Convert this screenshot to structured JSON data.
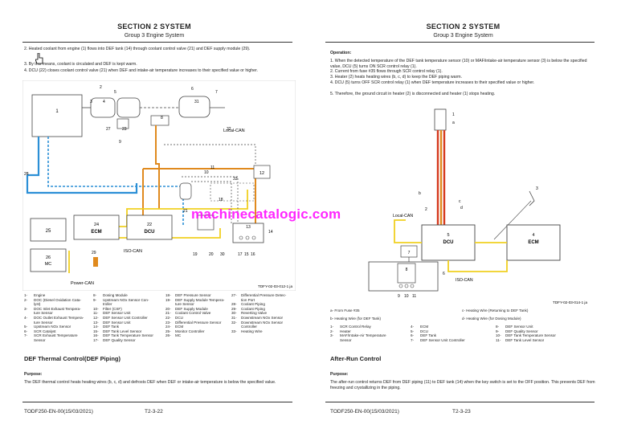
{
  "left": {
    "section": "SECTION 2 SYSTEM",
    "group": "Group 3 Engine System",
    "items": [
      "2.  Heated coolant from engine (1) flows into DEF tank (14) through coolant control valve (21) and DEF supply module (29).",
      "3.  By this means, coolant is circulated and DEF is kept warm.",
      "4.  DCU (22) closes coolant control valve (21) when DEF and intake-air temperature increases to their specified value or higher."
    ],
    "diagram": {
      "figure_id": "TDFY-02-03-012-1 ja",
      "local_can": "Local-CAN",
      "iso_can": "ISO-CAN",
      "power_can": "Power-CAN",
      "ecm_label": "ECM",
      "dcu_label": "DCU",
      "mc_label": "MC",
      "n24": "24",
      "n22": "22",
      "n25": "25",
      "n26": "26",
      "n1": "1",
      "callouts": [
        "2",
        "3",
        "4",
        "5",
        "6",
        "7",
        "8",
        "9",
        "10",
        "11",
        "12",
        "13",
        "14",
        "15",
        "16",
        "17",
        "18",
        "19",
        "20",
        "21",
        "23",
        "27",
        "28",
        "29",
        "30",
        "31",
        "32",
        "33"
      ]
    },
    "legend_col1": [
      [
        "1-",
        "Engine"
      ],
      [
        "2-",
        "DOC (Diesel Oxidation Cata-"
      ],
      [
        "",
        "lyst)"
      ],
      [
        "3-",
        "DOC Inlet Exhaust Tempera-"
      ],
      [
        "",
        "ture Sensor"
      ],
      [
        "4-",
        "DOC Outlet Exhaust Tempera-"
      ],
      [
        "",
        "ture Sensor"
      ],
      [
        "5-",
        "Upstream NOx Sensor"
      ],
      [
        "6-",
        "SCR Catalyst"
      ],
      [
        "7-",
        "SCR Exhaust Temperature"
      ],
      [
        "",
        "Sensor"
      ]
    ],
    "legend_col2": [
      [
        "8-",
        "Dosing Module"
      ],
      [
        "9-",
        "Upstream NOx Sensor Con-"
      ],
      [
        "",
        "troller"
      ],
      [
        "10-",
        "Filter (CSF)"
      ],
      [
        "11-",
        "DEF Sensor Unit"
      ],
      [
        "12-",
        "DEF Sensor Unit Controller"
      ],
      [
        "13-",
        "DEF Sensor Unit"
      ],
      [
        "14-",
        "DEF Tank"
      ],
      [
        "15-",
        "DEF Tank Level Sensor"
      ],
      [
        "16-",
        "DEF Tank Temperature Sensor"
      ],
      [
        "17-",
        "DEF Quality Sensor"
      ]
    ],
    "legend_col3": [
      [
        "18-",
        "DEF Pressure Sensor"
      ],
      [
        "19-",
        "DEF Supply Module Tempera-"
      ],
      [
        "",
        "ture Sensor"
      ],
      [
        "20-",
        "DEF Supply Module"
      ],
      [
        "21-",
        "Coolant Control Valve"
      ],
      [
        "22-",
        "DCU"
      ],
      [
        "23-",
        "Differential Pressure Sensor"
      ],
      [
        "24-",
        "ECM"
      ],
      [
        "25-",
        "Monitor Controller"
      ],
      [
        "26-",
        "MC"
      ]
    ],
    "legend_col4": [
      [
        "27-",
        "Differential Pressure Detec-"
      ],
      [
        "",
        "tion Port"
      ],
      [
        "28-",
        "Coolant Piping"
      ],
      [
        "29-",
        "Coolant Piping"
      ],
      [
        "30-",
        "Reverting Valve"
      ],
      [
        "31-",
        "Downstream NOx Sensor"
      ],
      [
        "32-",
        "Downstream NOx Sensor"
      ],
      [
        "",
        "Controller"
      ],
      [
        "33-",
        "Heating Wire"
      ]
    ],
    "heading": "DEF Thermal Control(DEF Piping)",
    "purpose_label": "Purpose:",
    "purpose_text": "The DEF thermal control heats heating wires (b, c, d) and defrosts DEF when DEF or intake-air temperature is below the specified value.",
    "footer_left": "TODF250-EN-00(15/03/2021)",
    "footer_page": "T2-3-22"
  },
  "right": {
    "section": "SECTION 2 SYSTEM",
    "group": "Group 3 Engine System",
    "operation_label": "Operation:",
    "items": [
      "1.  When the detected temperature of the DEF tank temperature sensor (10) or MAF/intake-air temperature sensor (3) is below the specified value, DCU (5) turns ON SCR control relay (1).",
      "2.  Current from fuse #35 flows through SCR control relay (1).",
      "3.  Heater (2) heats heating wires (b, c, d) to keep the DEF piping warm.",
      "4.  DCU (5) turns OFF SCR control relay (1) when DEF temperature increases to their specified value or higher.",
      "5.  Therefore, the ground circuit in heater (2) is disconnected and heater (1) stops heating."
    ],
    "diagram": {
      "figure_id": "TDFY-02-03-014-1 ja",
      "local_can": "Local-CAN",
      "iso_can": "ISO-CAN",
      "dcu_label": "DCU",
      "ecm_label": "ECM",
      "n5": "5",
      "n4": "4",
      "n7": "7",
      "n8": "8",
      "n6": "6",
      "n1": "1",
      "n2": "2",
      "n3": "3",
      "n9": "9",
      "n10": "10",
      "n11": "11",
      "a": "a",
      "b": "b",
      "c": "c",
      "d": "d"
    },
    "key_a": "a- From Fuse #35",
    "key_b": "b- Heating Wire (for DEF Tank)",
    "key_c": "c- Heating Wire (Returning to DEF Tank)",
    "key_d": "d- Heating Wire (for Dosing Module)",
    "legend_col1": [
      [
        "1-",
        "SCR Control Relay"
      ],
      [
        "2-",
        "Heater"
      ],
      [
        "3-",
        "MAF/Intake-Air Temperature"
      ],
      [
        "",
        "Sensor"
      ]
    ],
    "legend_col2": [
      [
        "4-",
        "ECM"
      ],
      [
        "5-",
        "DCU"
      ],
      [
        "6-",
        "DEF Tank"
      ],
      [
        "7-",
        "DEF Sensor Unit Controller"
      ]
    ],
    "legend_col3": [
      [
        "8-",
        "DEF Sensor Unit"
      ],
      [
        "9-",
        "DEF Quality Sensor"
      ],
      [
        "10-",
        "DEF Tank Temperature Sensor"
      ],
      [
        "11-",
        "DEF Tank Level Sensor"
      ]
    ],
    "heading": "After-Run Control",
    "purpose_label": "Purpose:",
    "purpose_text": "The after-run control returns DEF from DEF piping (11) to DEF tank (14) when the key switch is set to the OFF position. This prevents DEF from freezing and crystallizing in the piping.",
    "footer_left": "TODF250-EN-00(15/03/2021)",
    "footer_page": "T2-3-23"
  },
  "watermark": "machinecatalogic.com",
  "colors": {
    "coolant": "#2b8fd6",
    "heating": "#e08a1e",
    "heat_red": "#d63a1e",
    "can": "#f0d020",
    "line": "#444444",
    "watermark": "#ff00ff"
  },
  "cursor_icon": "hand-pointer-icon"
}
